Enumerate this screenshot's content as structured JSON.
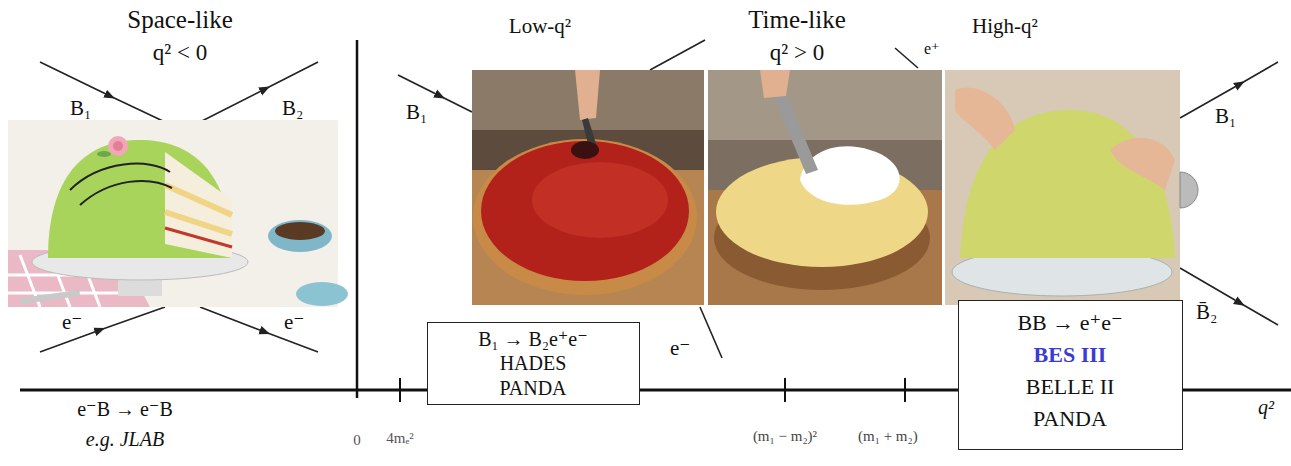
{
  "diagram": {
    "nodes": [
      {
        "text": [
          "B₁ → B₂e⁺e⁻",
          "HADES",
          "PANDA"
        ]
      },
      {
        "text": [
          "BB → e⁺e⁻",
          "BES III",
          "BELLE II",
          "PANDA"
        ]
      }
    ],
    "labels": [
      "Space-like",
      "q² < 0",
      "Low-q²",
      "Time-like",
      "q² > 0",
      "High-q²",
      "B₁",
      "B₂",
      "B₁",
      "e⁺",
      "B₁",
      "e⁻",
      "e⁻",
      "e⁻",
      "B̄₂",
      "e⁻B → e⁻B",
      "e.g. JLAB",
      "0",
      "4mₑ²",
      "(m₁ − m₂)²",
      "(m₁ + m₂)",
      "q²"
    ]
  }
}
